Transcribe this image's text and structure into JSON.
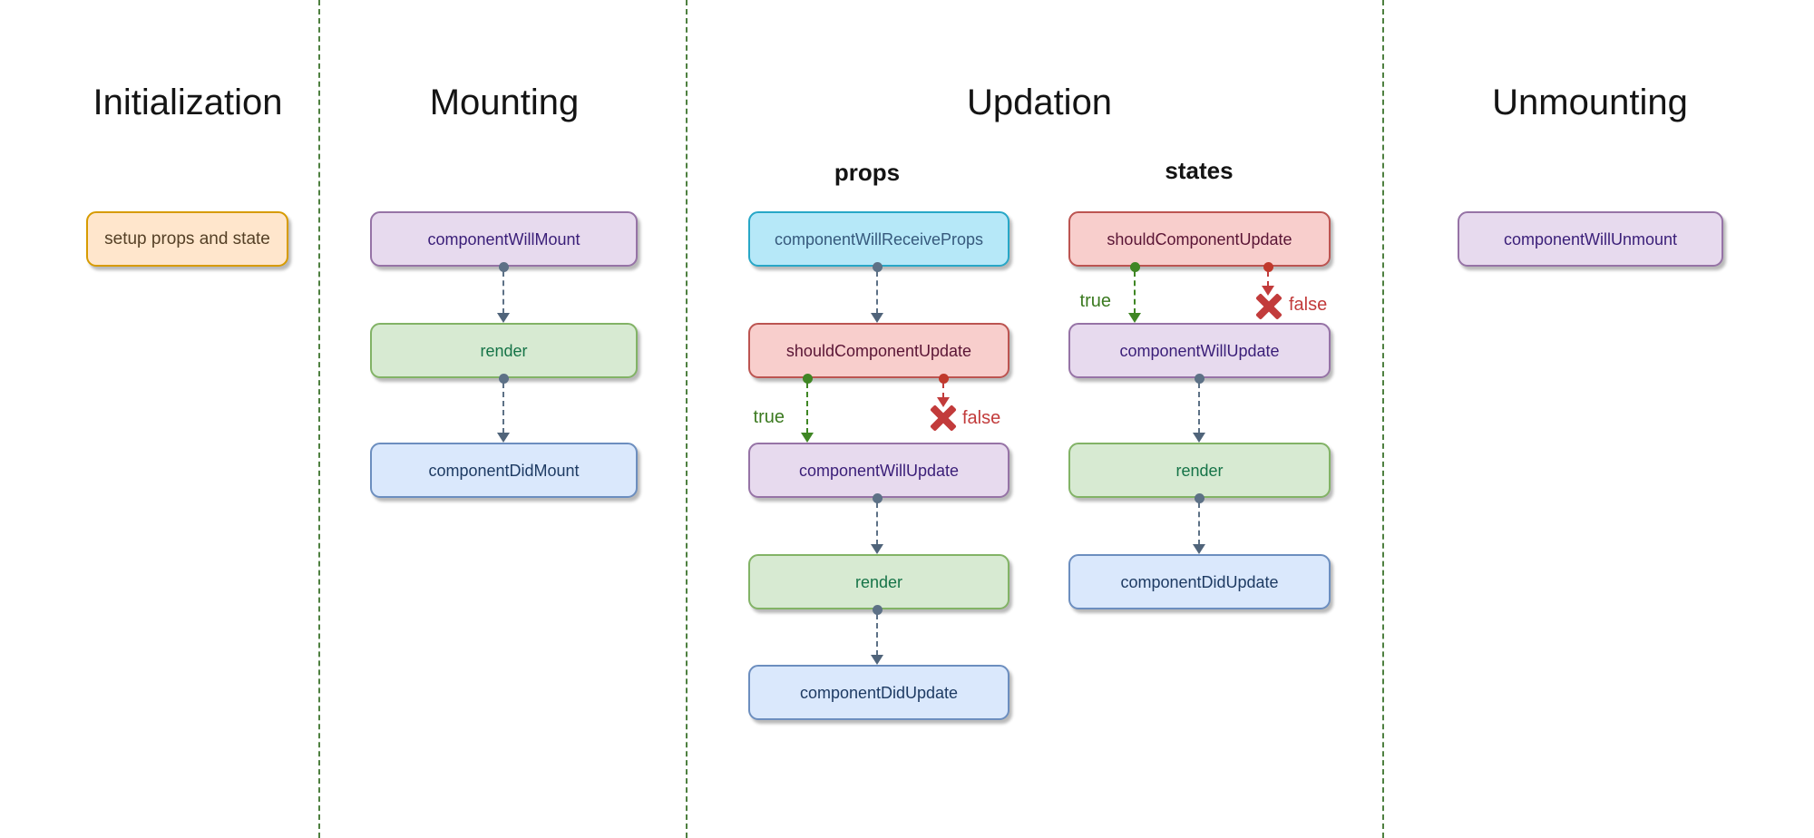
{
  "diagram": {
    "sections": {
      "initialization": {
        "title": "Initialization"
      },
      "mounting": {
        "title": "Mounting"
      },
      "updation": {
        "title": "Updation",
        "props_label": "props",
        "states_label": "states"
      },
      "unmounting": {
        "title": "Unmounting"
      }
    },
    "nodes": {
      "setup": "setup props and state",
      "will_mount": "componentWillMount",
      "render": "render",
      "did_mount": "componentDidMount",
      "will_receive_props": "componentWillReceiveProps",
      "should_update": "shouldComponentUpdate",
      "will_update": "componentWillUpdate",
      "did_update": "componentDidUpdate",
      "will_unmount": "componentWillUnmount"
    },
    "branch_labels": {
      "true_label": "true",
      "false_label": "false"
    },
    "colors": {
      "orange_fill": "#ffe6cc",
      "orange_stroke": "#d79b00",
      "purple_fill": "#e7daee",
      "purple_stroke": "#9673a6",
      "green_fill": "#d7ead2",
      "green_stroke": "#82b366",
      "blue_fill": "#dae8fc",
      "blue_stroke": "#6c8ebf",
      "red_fill": "#f8cecc",
      "red_stroke": "#bc5451",
      "cyan_fill": "#b6e8f8",
      "cyan_stroke": "#27a7c7",
      "connector": "#5d7186",
      "true_branch": "#3f8624",
      "false_branch": "#c23b3b",
      "separator": "#4e8040"
    }
  }
}
